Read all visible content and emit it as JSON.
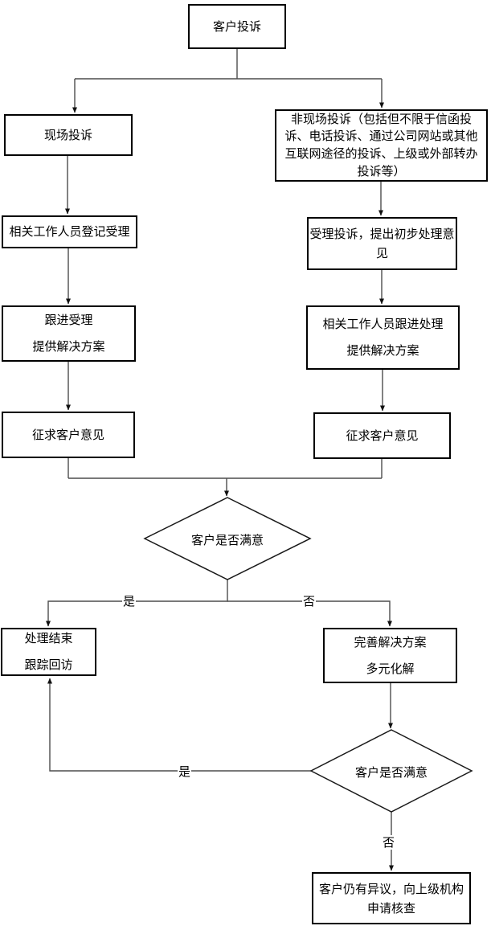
{
  "flowchart": {
    "nodes": {
      "start": {
        "label": "客户投诉"
      },
      "onsite": {
        "label": "现场投诉"
      },
      "offsite": {
        "label": "非现场投诉（包括但不限于信函投诉、电话投诉、通过公司网站或其他互联网途径的投诉、上级或外部转办投诉等）"
      },
      "register": {
        "label": "相关工作人员登记受理"
      },
      "initial_opinion": {
        "label": "受理投诉，提出初步处理意见"
      },
      "followup_onsite": {
        "label": "跟进受理\n提供解决方案"
      },
      "followup_offsite": {
        "label": "相关工作人员跟进处理\n提供解决方案"
      },
      "seek_opinion_left": {
        "label": "征求客户意见"
      },
      "seek_opinion_right": {
        "label": "征求客户意见"
      },
      "decision1": {
        "label": "客户是否满意"
      },
      "end_followup": {
        "label": "处理结束\n跟踪回访"
      },
      "improve": {
        "label": "完善解决方案\n多元化解"
      },
      "decision2": {
        "label": "客户是否满意"
      },
      "escalate": {
        "label": "客户仍有异议，向上级机构申请核查"
      }
    },
    "edge_labels": {
      "decision1_yes": "是",
      "decision1_no": "否",
      "decision2_yes": "是",
      "decision2_no": "否"
    },
    "colors": {
      "line": "#4d4d4d",
      "border": "#000000",
      "background": "#ffffff"
    }
  }
}
